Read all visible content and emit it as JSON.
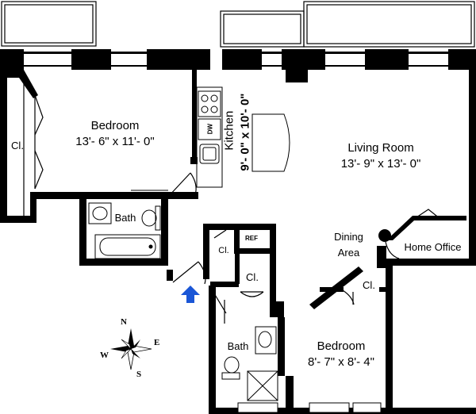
{
  "rooms": {
    "bedroom_main": {
      "name": "Bedroom",
      "dims": "13'- 6\" x 11'- 0\""
    },
    "kitchen": {
      "name": "Kitchen",
      "dims": "9'- 0\" x 10'- 0\""
    },
    "living_room": {
      "name": "Living Room",
      "dims": "13'- 9\" x 13'- 0\""
    },
    "bath_main": {
      "name": "Bath"
    },
    "dining_area": {
      "line1": "Dining",
      "line2": "Area"
    },
    "home_office": {
      "name": "Home Office"
    },
    "bedroom_second": {
      "name": "Bedroom",
      "dims": "8'- 7\" x 8'- 4\""
    },
    "bath_second": {
      "name": "Bath"
    }
  },
  "closets": {
    "bedroom_closet": "Cl.",
    "hall_closet_small": "Cl.",
    "hall_closet": "Cl.",
    "bedroom2_closet": "Cl."
  },
  "appliances": {
    "dishwasher": "DW",
    "refrigerator": "REF"
  },
  "compass": {
    "n": "N",
    "s": "S",
    "e": "E",
    "w": "W"
  },
  "colors": {
    "wall": "#000000",
    "entry_arrow": "#1a56d6"
  },
  "icons": {
    "entry": "arrow-up-icon",
    "compass": "compass-rose-icon"
  }
}
